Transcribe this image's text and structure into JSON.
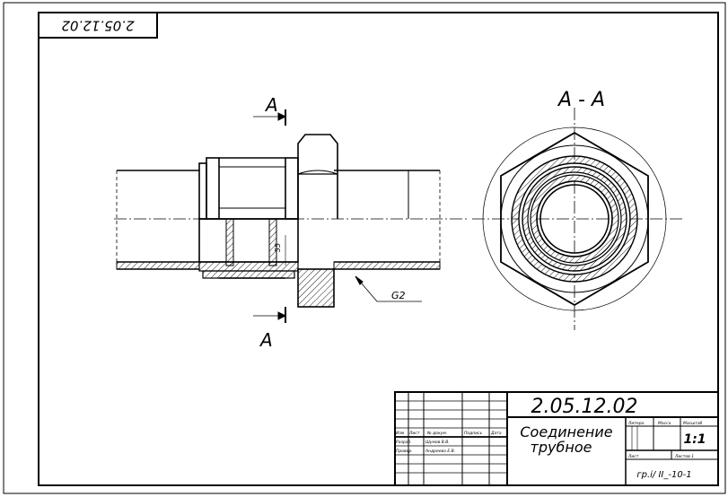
{
  "drawing": {
    "corner_stamp": "2.05.12.02",
    "section_label_top": "A",
    "section_label_bottom": "A",
    "section_view_title": "А - А",
    "thread_callout": "G2",
    "dimension_small": "55"
  },
  "title_block": {
    "designation": "2.05.12.02",
    "title_line1": "Соединение",
    "title_line2": "трубное",
    "scale": "1:1",
    "group": "гр.i/ II_-10-1",
    "col_headers": [
      "Изм",
      "Лист",
      "№ докум.",
      "Подпись",
      "Дата"
    ],
    "row_developed_role": "Разраб.",
    "row_developed_name": "Шумов В.В.",
    "row_checked_role": "Провер.",
    "row_checked_name": "Андреева Е.В.",
    "cell_lit": "Литера",
    "cell_mass": "Масса",
    "cell_scale": "Масштаб",
    "cell_sheet": "Лист",
    "cell_sheets": "Листов 1"
  }
}
